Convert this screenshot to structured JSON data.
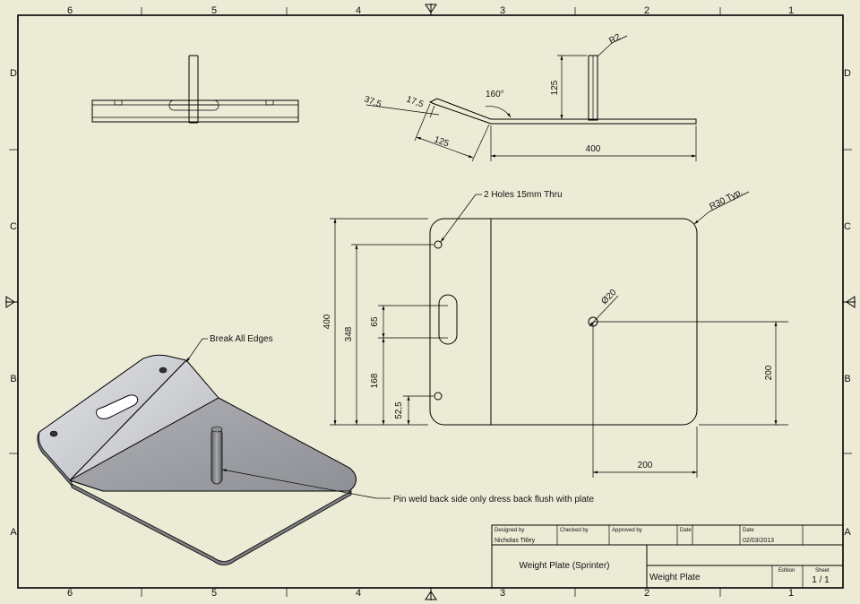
{
  "zones": {
    "columns": [
      "6",
      "5",
      "4",
      "3",
      "2",
      "1"
    ],
    "rows": [
      "D",
      "C",
      "B",
      "A"
    ]
  },
  "dimensions": {
    "d_37_5": "37,5",
    "d_17_5": "17,5",
    "d_125_side": "125",
    "d_160": "160°",
    "d_125_pin": "125",
    "d_r2": "R2",
    "d_400_side": "400",
    "d_400_plan": "400",
    "d_348": "348",
    "d_65": "65",
    "d_168": "168",
    "d_52_5": "52,5",
    "d_200_v": "200",
    "d_200_h": "200",
    "d_dia20": "Ø20",
    "d_r30": "R30 Typ."
  },
  "notes": {
    "holes": "2 Holes 15mm Thru",
    "break_edges": "Break All Edges",
    "pin_weld": "Pin weld back side only dress back flush with plate"
  },
  "title_block": {
    "designed_by_label": "Designed by",
    "designed_by": "Nicholas Titley",
    "checked_by_label": "Checked by",
    "approved_by_label": "Approved by",
    "date_label_1": "Date",
    "date_label_2": "Date",
    "date": "02/03/2013",
    "title": "Weight Plate (Sprinter)",
    "part_name": "Weight Plate",
    "edition_label": "Edition",
    "sheet_label": "Sheet",
    "sheet": "1 / 1"
  },
  "colors": {
    "paper": "#ecebd6",
    "plate_light": "#d4d6da",
    "plate_dark": "#9a9ca2"
  }
}
